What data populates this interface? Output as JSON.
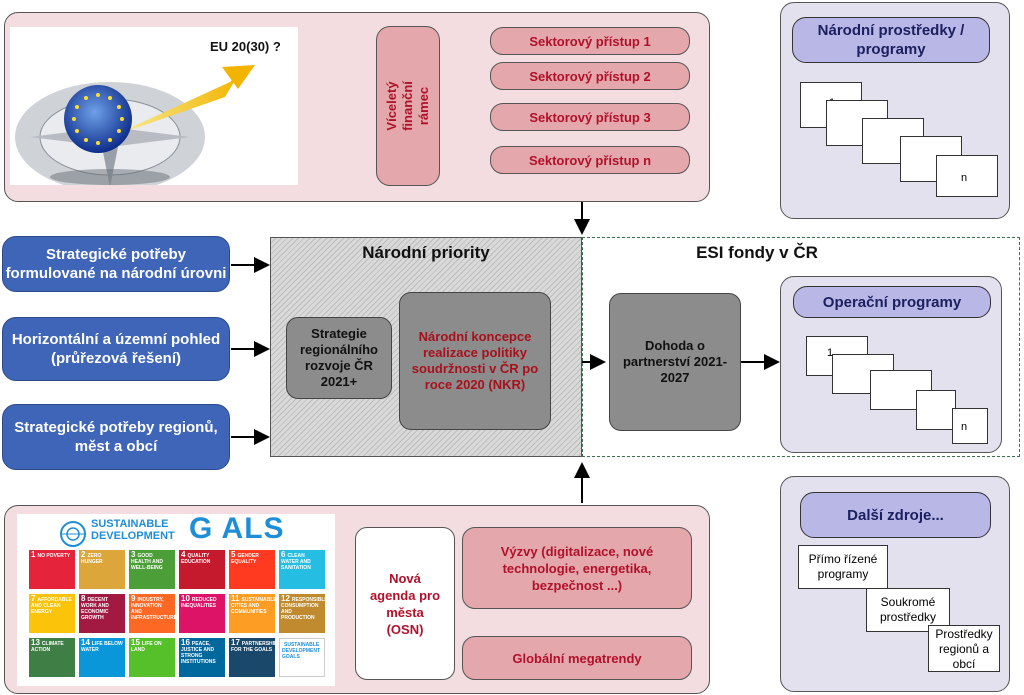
{
  "eu_label": "EU 20(30) ?",
  "frame_label": "Víceletý finanční rámec",
  "sector_items": [
    "Sektorový přístup 1",
    "Sektorový přístup 2",
    "Sektorový přístup 3",
    "Sektorový přístup n"
  ],
  "national_resources": {
    "title": "Národní prostředky / programy",
    "first": "1",
    "last": "n"
  },
  "inputs": [
    "Strategické potřeby formulované na národní úrovni",
    "Horizontální a územní pohled (průřezová řešení)",
    "Strategické potřeby regionů, měst a obcí"
  ],
  "national_priorities": {
    "title": "Národní priority",
    "strategy": "Strategie regionálního rozvoje ČR 2021+",
    "nkr": "Národní koncepce realizace politiky soudržnosti v ČR po roce 2020 (NKR)"
  },
  "esi": {
    "title": "ESI fondy v ČR",
    "agreement": "Dohoda o partnerství 2021-2027"
  },
  "operational": {
    "title": "Operační programy",
    "first": "1",
    "last": "n"
  },
  "other_sources": {
    "title": "Další zdroje...",
    "items": [
      "Přímo řízené programy",
      "Soukromé prostředky",
      "Prostředky regionů a obcí"
    ]
  },
  "sdg": {
    "heading_line1": "SUSTAINABLE",
    "heading_line2": "DEVELOPMENT",
    "heading_goals": "G ALS",
    "tiles": [
      {
        "num": "1",
        "label": "NO POVERTY",
        "color": "#e5243b"
      },
      {
        "num": "2",
        "label": "ZERO HUNGER",
        "color": "#dda63a"
      },
      {
        "num": "3",
        "label": "GOOD HEALTH AND WELL-BEING",
        "color": "#4c9f38"
      },
      {
        "num": "4",
        "label": "QUALITY EDUCATION",
        "color": "#c5192d"
      },
      {
        "num": "5",
        "label": "GENDER EQUALITY",
        "color": "#ff3a21"
      },
      {
        "num": "6",
        "label": "CLEAN WATER AND SANITATION",
        "color": "#26bde2"
      },
      {
        "num": "7",
        "label": "AFFORDABLE AND CLEAN ENERGY",
        "color": "#fcc30b"
      },
      {
        "num": "8",
        "label": "DECENT WORK AND ECONOMIC GROWTH",
        "color": "#a21942"
      },
      {
        "num": "9",
        "label": "INDUSTRY, INNOVATION AND INFRASTRUCTURE",
        "color": "#fd6925"
      },
      {
        "num": "10",
        "label": "REDUCED INEQUALITIES",
        "color": "#dd1367"
      },
      {
        "num": "11",
        "label": "SUSTAINABLE CITIES AND COMMUNITIES",
        "color": "#fd9d24"
      },
      {
        "num": "12",
        "label": "RESPONSIBLE CONSUMPTION AND PRODUCTION",
        "color": "#bf8b2e"
      },
      {
        "num": "13",
        "label": "CLIMATE ACTION",
        "color": "#3f7e44"
      },
      {
        "num": "14",
        "label": "LIFE BELOW WATER",
        "color": "#0a97d9"
      },
      {
        "num": "15",
        "label": "LIFE ON LAND",
        "color": "#56c02b"
      },
      {
        "num": "16",
        "label": "PEACE, JUSTICE AND STRONG INSTITUTIONS",
        "color": "#00689d"
      },
      {
        "num": "17",
        "label": "PARTNERSHIPS FOR THE GOALS",
        "color": "#19486a"
      },
      {
        "num": "",
        "label": "SUSTAINABLE DEVELOPMENT GOALS",
        "color": "#ffffff"
      }
    ]
  },
  "new_agenda": "Nová agenda pro města (OSN)",
  "challenges": "Výzvy (digitalizace, nové technologie, energetika, bezpečnost ...)",
  "megatrends": "Globální megatrendy",
  "colors": {
    "pink_panel": "#f3dde0",
    "lavender_panel": "#e4e1ef",
    "blue_pill": "#3f65b8",
    "purple_pill": "#b9b7e6",
    "red_pill": "#e3a7ac",
    "gray_box": "#8c8c8c"
  }
}
